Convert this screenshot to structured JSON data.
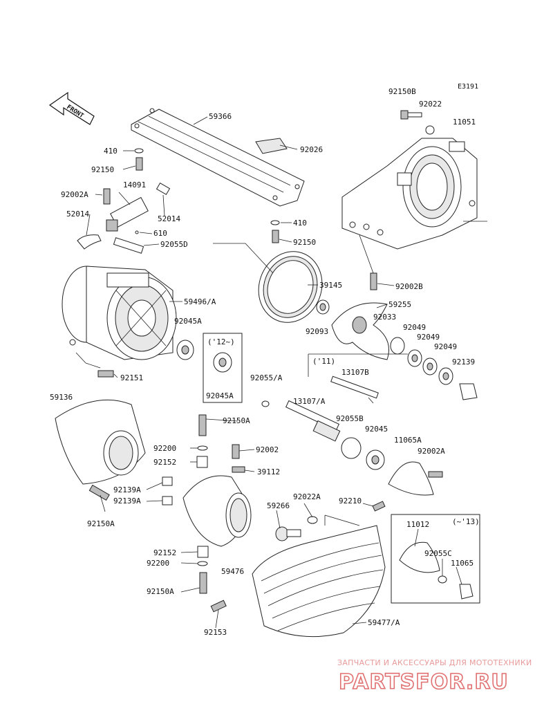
{
  "diagram_code": "E3191",
  "front_label": "FRONT",
  "watermark": {
    "tagline": "ЗАПЧАСТИ И АКСЕССУАРЫ ДЛЯ МОТОТЕХНИКИ",
    "logo": "PARTSFOR.RU"
  },
  "callouts": [
    {
      "id": "c01",
      "text": "92150B"
    },
    {
      "id": "c02",
      "text": "92022"
    },
    {
      "id": "c03",
      "text": "11051"
    },
    {
      "id": "c04",
      "text": "59366"
    },
    {
      "id": "c05",
      "text": "410"
    },
    {
      "id": "c06",
      "text": "92026"
    },
    {
      "id": "c07",
      "text": "92150"
    },
    {
      "id": "c08",
      "text": "92002A"
    },
    {
      "id": "c09",
      "text": "14091"
    },
    {
      "id": "c10",
      "text": "52014"
    },
    {
      "id": "c11",
      "text": "52014"
    },
    {
      "id": "c12",
      "text": "610"
    },
    {
      "id": "c13",
      "text": "410"
    },
    {
      "id": "c14",
      "text": "92055D"
    },
    {
      "id": "c15",
      "text": "92150"
    },
    {
      "id": "c16",
      "text": "39145"
    },
    {
      "id": "c17",
      "text": "92002B"
    },
    {
      "id": "c18",
      "text": "59496/A"
    },
    {
      "id": "c19",
      "text": "59255"
    },
    {
      "id": "c20",
      "text": "92045A"
    },
    {
      "id": "c21",
      "text": "92033"
    },
    {
      "id": "c22",
      "text": "92093"
    },
    {
      "id": "c23",
      "text": "92049"
    },
    {
      "id": "c24",
      "text": "('12~)"
    },
    {
      "id": "c25",
      "text": "92049"
    },
    {
      "id": "c26",
      "text": "92049"
    },
    {
      "id": "c27",
      "text": "92139"
    },
    {
      "id": "c28",
      "text": "('11)"
    },
    {
      "id": "c29",
      "text": "92151"
    },
    {
      "id": "c30",
      "text": "13107B"
    },
    {
      "id": "c31",
      "text": "92055/A"
    },
    {
      "id": "c32",
      "text": "92045A"
    },
    {
      "id": "c33",
      "text": "59136"
    },
    {
      "id": "c34",
      "text": "13107/A"
    },
    {
      "id": "c35",
      "text": "92150A"
    },
    {
      "id": "c36",
      "text": "92055B"
    },
    {
      "id": "c37",
      "text": "92045"
    },
    {
      "id": "c38",
      "text": "11065A"
    },
    {
      "id": "c39",
      "text": "92200"
    },
    {
      "id": "c40",
      "text": "92002"
    },
    {
      "id": "c41",
      "text": "92002A"
    },
    {
      "id": "c42",
      "text": "92152"
    },
    {
      "id": "c43",
      "text": "39112"
    },
    {
      "id": "c44",
      "text": "92139A"
    },
    {
      "id": "c45",
      "text": "92139A"
    },
    {
      "id": "c46",
      "text": "92022A"
    },
    {
      "id": "c47",
      "text": "92210"
    },
    {
      "id": "c48",
      "text": "59266"
    },
    {
      "id": "c49",
      "text": "92150A"
    },
    {
      "id": "c50",
      "text": "11012"
    },
    {
      "id": "c51",
      "text": "(~'13)"
    },
    {
      "id": "c52",
      "text": "92152"
    },
    {
      "id": "c53",
      "text": "92200"
    },
    {
      "id": "c54",
      "text": "59476"
    },
    {
      "id": "c55",
      "text": "92055C"
    },
    {
      "id": "c56",
      "text": "11065"
    },
    {
      "id": "c57",
      "text": "92150A"
    },
    {
      "id": "c58",
      "text": "92153"
    },
    {
      "id": "c59",
      "text": "59477/A"
    }
  ]
}
